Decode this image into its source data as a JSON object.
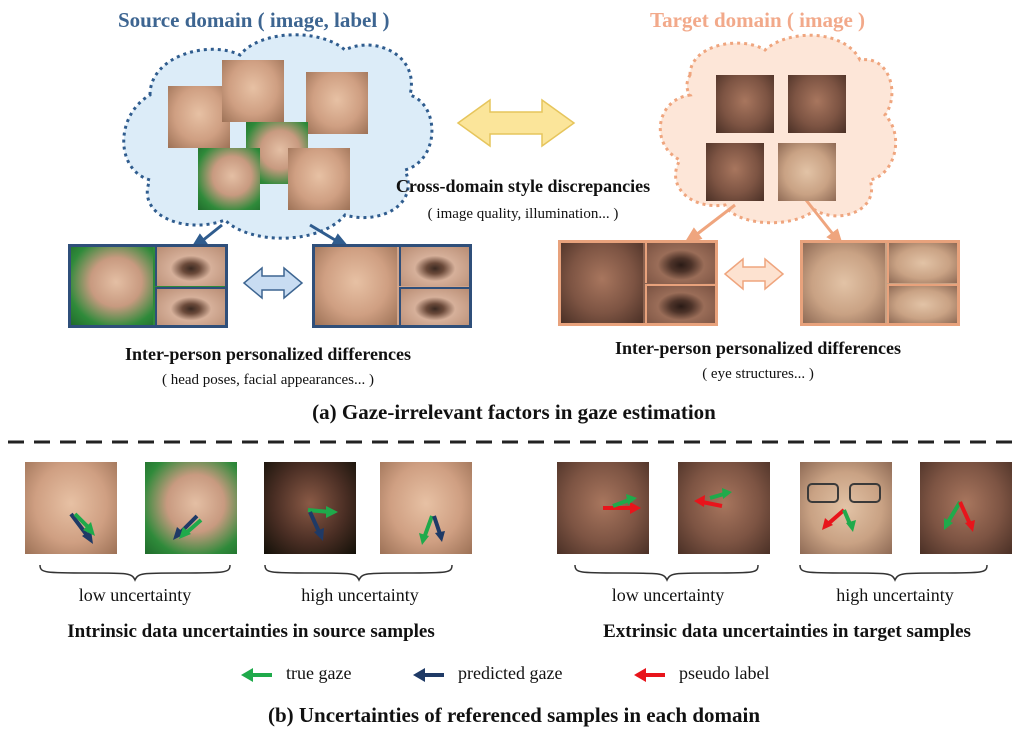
{
  "top": {
    "source_title": "Source domain ( image, label )",
    "target_title": "Target domain ( image )",
    "cross_domain": "Cross-domain style discrepancies",
    "cross_domain_sub": "( image quality, illumination... )",
    "source_diff": "Inter-person personalized differences",
    "source_diff_sub": "( head poses, facial appearances... )",
    "target_diff": "Inter-person personalized differences",
    "target_diff_sub": "( eye structures... )",
    "caption_a": "(a) Gaze-irrelevant factors in gaze estimation"
  },
  "bottom": {
    "low1": "low uncertainty",
    "high1": "high uncertainty",
    "low2": "low uncertainty",
    "high2": "high uncertainty",
    "source_caption": "Intrinsic data uncertainties in source samples",
    "target_caption": "Extrinsic data uncertainties in target samples",
    "legend_true": "true gaze",
    "legend_pred": "predicted gaze",
    "legend_pseudo": "pseudo label",
    "caption_b": "(b) Uncertainties of referenced samples in each domain"
  },
  "colors": {
    "source_title": "#3d6591",
    "target_title": "#f2a98a",
    "true_gaze": "#1faa4b",
    "predicted_gaze": "#1f3a66",
    "pseudo_label": "#e8141b",
    "source_cloud": "#dcecf8",
    "target_cloud": "#fde6d8"
  }
}
